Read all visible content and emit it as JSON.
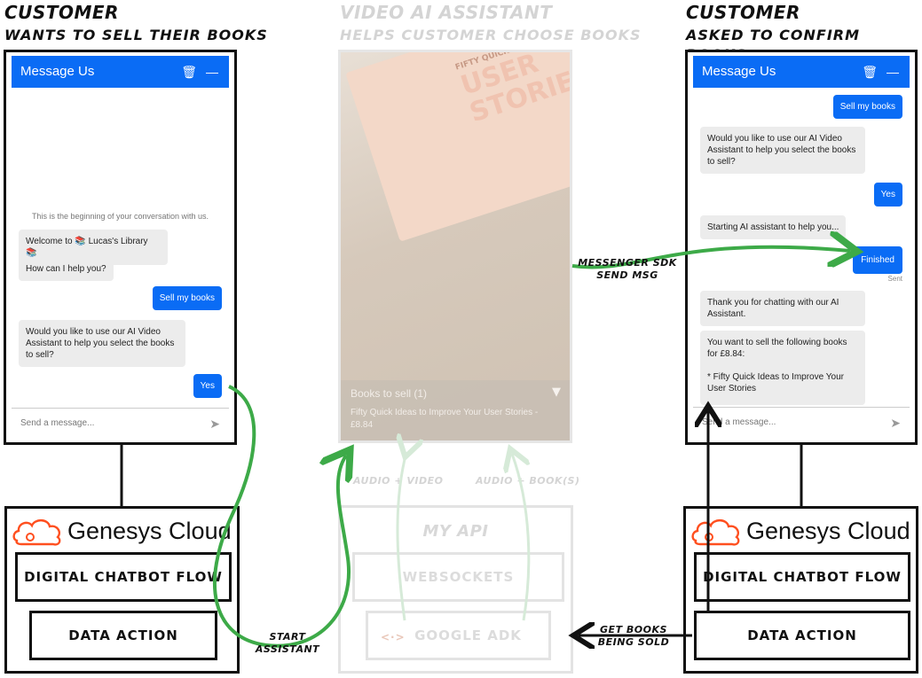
{
  "columns": {
    "left": {
      "title": "CUSTOMER",
      "subtitle": "WANTS TO SELL THEIR BOOKS"
    },
    "middle": {
      "title": "VIDEO AI ASSISTANT",
      "subtitle": "HELPS CUSTOMER CHOOSE BOOKS"
    },
    "right": {
      "title": "CUSTOMER",
      "subtitle": "ASKED TO CONFIRM BOOKS"
    }
  },
  "chat_left": {
    "header": "Message Us",
    "start_notice": "This is the beginning of your conversation with us.",
    "messages": [
      {
        "from": "bot",
        "text": "Welcome to 📚 Lucas's Library 📚"
      },
      {
        "from": "bot",
        "text": "How can I help you?"
      },
      {
        "from": "user",
        "text": "Sell my books"
      },
      {
        "from": "bot",
        "text": "Would you like to use our AI Video Assistant to help you select the books to sell?"
      },
      {
        "from": "user",
        "text": "Yes"
      }
    ],
    "input_placeholder": "Send a message..."
  },
  "chat_right": {
    "header": "Message Us",
    "messages": [
      {
        "from": "user",
        "text": "Sell my books"
      },
      {
        "from": "bot",
        "text": "Would you like to use our AI Video Assistant to help you select the books to sell?"
      },
      {
        "from": "user",
        "text": "Yes"
      },
      {
        "from": "bot",
        "text": "Starting AI assistant to help you..."
      },
      {
        "from": "user",
        "text": "Finished"
      },
      {
        "from": "bot",
        "text": "Thank you for chatting with our AI Assistant."
      },
      {
        "from": "bot",
        "text": "You want to sell the following books for £8.84:"
      },
      {
        "from": "bot",
        "text": "* Fifty Quick Ideas to Improve Your User Stories"
      }
    ],
    "sent_label": "Sent",
    "input_placeholder": "Send a message..."
  },
  "video": {
    "overlay_title": "Books to sell (1)",
    "overlay_item": "Fifty Quick Ideas to Improve Your User Stories - £8.84",
    "book_cover_text": "USER STORIES",
    "book_cover_top": "FIFTY QUICK IDEAS"
  },
  "api": {
    "title": "MY API",
    "websockets": "WEBSOCKETS",
    "adk": "GOOGLE ADK",
    "audio_video": "AUDIO + VIDEO",
    "audio_books": "AUDIO + BOOK(S)"
  },
  "genesys_left": {
    "brand": "Genesys Cloud",
    "flow": "DIGITAL CHATBOT FLOW",
    "action": "DATA ACTION"
  },
  "genesys_right": {
    "brand": "Genesys Cloud",
    "flow": "DIGITAL CHATBOT FLOW",
    "action": "DATA ACTION"
  },
  "arrows": {
    "start_assistant": "START ASSISTANT",
    "messenger_sdk": "MESSENGER SDK SEND MSG",
    "get_books": "GET BOOKS BEING SOLD"
  },
  "colors": {
    "brand_blue": "#0a6cf5",
    "arrow_green": "#3daa48",
    "genesys_orange": "#ff4f1f"
  }
}
